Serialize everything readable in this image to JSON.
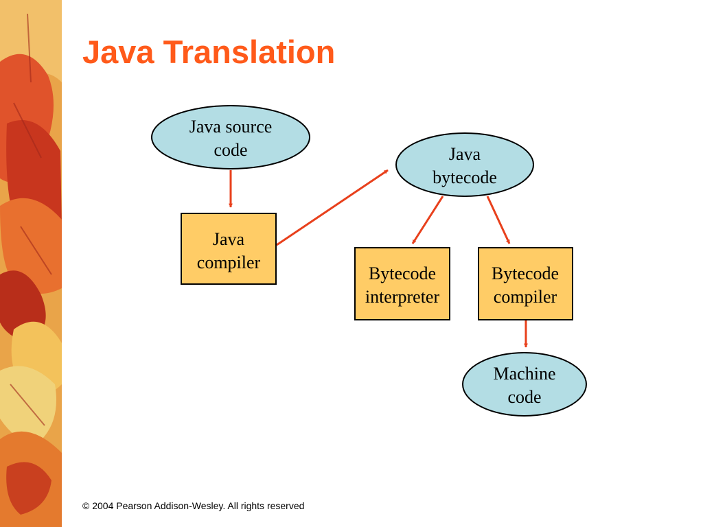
{
  "slide": {
    "title": "Java Translation",
    "footer": "© 2004 Pearson Addison-Wesley. All rights reserved"
  },
  "colors": {
    "title": "#ff5a1a",
    "ellipse_fill": "#b3dde4",
    "box_fill": "#ffcc66",
    "arrow": "#e8401c",
    "outline": "#000000"
  },
  "diagram": {
    "nodes": [
      {
        "id": "java-source-code",
        "shape": "ellipse",
        "lines": [
          "Java source",
          "code"
        ]
      },
      {
        "id": "java-compiler",
        "shape": "box",
        "lines": [
          "Java",
          "compiler"
        ]
      },
      {
        "id": "java-bytecode",
        "shape": "ellipse",
        "lines": [
          "Java",
          "bytecode"
        ]
      },
      {
        "id": "bytecode-interpreter",
        "shape": "box",
        "lines": [
          "Bytecode",
          "interpreter"
        ]
      },
      {
        "id": "bytecode-compiler",
        "shape": "box",
        "lines": [
          "Bytecode",
          "compiler"
        ]
      },
      {
        "id": "machine-code",
        "shape": "ellipse",
        "lines": [
          "Machine",
          "code"
        ]
      }
    ],
    "edges": [
      {
        "from": "java-source-code",
        "to": "java-compiler"
      },
      {
        "from": "java-compiler",
        "to": "java-bytecode"
      },
      {
        "from": "java-bytecode",
        "to": "bytecode-interpreter"
      },
      {
        "from": "java-bytecode",
        "to": "bytecode-compiler"
      },
      {
        "from": "bytecode-compiler",
        "to": "machine-code"
      }
    ]
  }
}
